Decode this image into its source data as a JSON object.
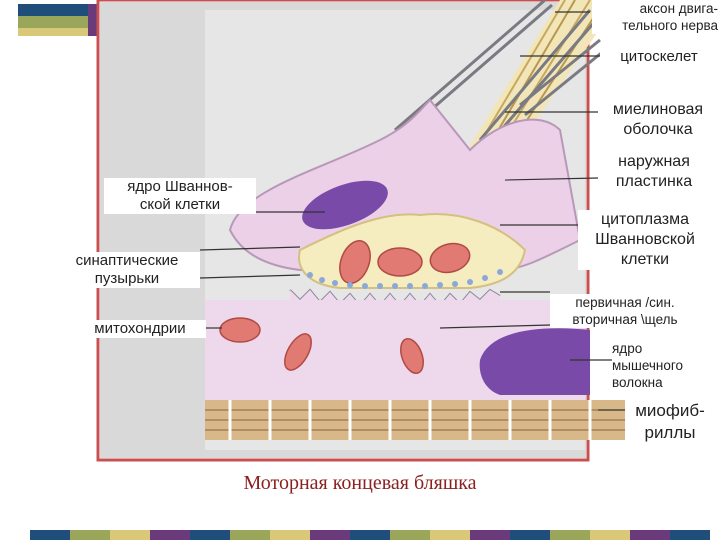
{
  "title": "Моторная концевая бляшка",
  "labels": {
    "axon_line1": "аксон двига-",
    "axon_line2": "тельного нерва",
    "cytoskeleton": "цитоскелет",
    "myelin_line1": "миелиновая",
    "myelin_line2": "оболочка",
    "outer_line1": "наружная",
    "outer_line2": "пластинка",
    "schwann_nucleus_line1": "ядро Шваннов-",
    "schwann_nucleus_line2": "ской клетки",
    "schwann_cytoplasm_line1": "цитоплазма",
    "schwann_cytoplasm_line2": "Шванновской",
    "schwann_cytoplasm_line3": "клетки",
    "vesicles_line1": "синаптические",
    "vesicles_line2": "пузырьки",
    "cleft_line1": "первичная /син.",
    "cleft_line2": "вторичная \\щель",
    "mitochondria": "митохондрии",
    "muscle_nucleus_line1": "ядро",
    "muscle_nucleus_line2": "мышечного",
    "muscle_nucleus_line3": "волокна",
    "myofibrils_line1": "миофиб-",
    "myofibrils_line2": "риллы"
  },
  "colors": {
    "frame": "#c85050",
    "background_gray": "#d9d9d9",
    "schwann_pink": "#ecd0e8",
    "terminal_yellow": "#f5ecc0",
    "nucleus_purple": "#7a4aa8",
    "mitochondria": "#e07a72",
    "myofibril": "#c9a070",
    "caption": "#8b2020"
  }
}
